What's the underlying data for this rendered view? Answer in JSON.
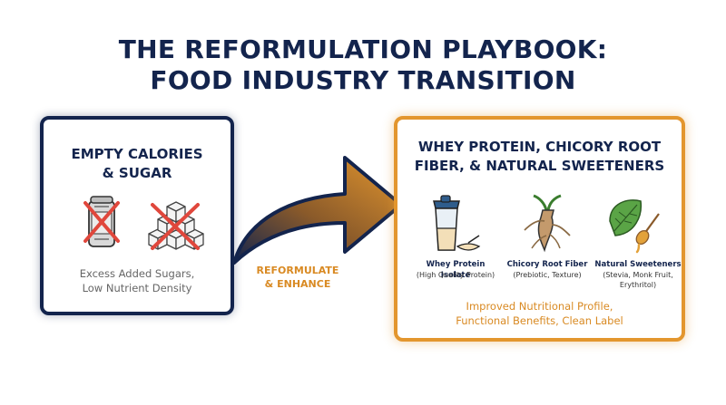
{
  "title": {
    "line1": "THE REFORMULATION PLAYBOOK:",
    "line2": "FOOD INDUSTRY TRANSITION"
  },
  "left_panel": {
    "heading_line1": "EMPTY CALORIES",
    "heading_line2": "& SUGAR",
    "icons": [
      "soda-can-icon",
      "sugar-cubes-icon",
      "cross-out-icon"
    ],
    "caption_line1": "Excess Added Sugars,",
    "caption_line2": "Low Nutrient Density"
  },
  "arrow": {
    "label_line1": "REFORMULATE",
    "label_line2": "& ENHANCE"
  },
  "right_panel": {
    "heading_line1": "WHEY PROTEIN, CHICORY ROOT",
    "heading_line2": "FIBER, & NATURAL SWEETENERS",
    "ingredients": [
      {
        "name": "Whey Protein Isolate",
        "detail_line1": "(High Quality Protein)",
        "detail_line2": "",
        "icon": "protein-shaker-icon"
      },
      {
        "name": "Chicory Root Fiber",
        "detail_line1": "(Prebiotic, Texture)",
        "detail_line2": "",
        "icon": "chicory-root-icon"
      },
      {
        "name": "Natural Sweeteners",
        "detail_line1": "(Stevia, Monk Fruit,",
        "detail_line2": "Erythritol)",
        "icon": "stevia-leaf-icon"
      }
    ],
    "caption_line1": "Improved Nutritional Profile,",
    "caption_line2": "Functional Benefits, Clean Label"
  },
  "colors": {
    "navy": "#13244d",
    "orange": "#e3962e",
    "red_cross": "#e0473c"
  }
}
